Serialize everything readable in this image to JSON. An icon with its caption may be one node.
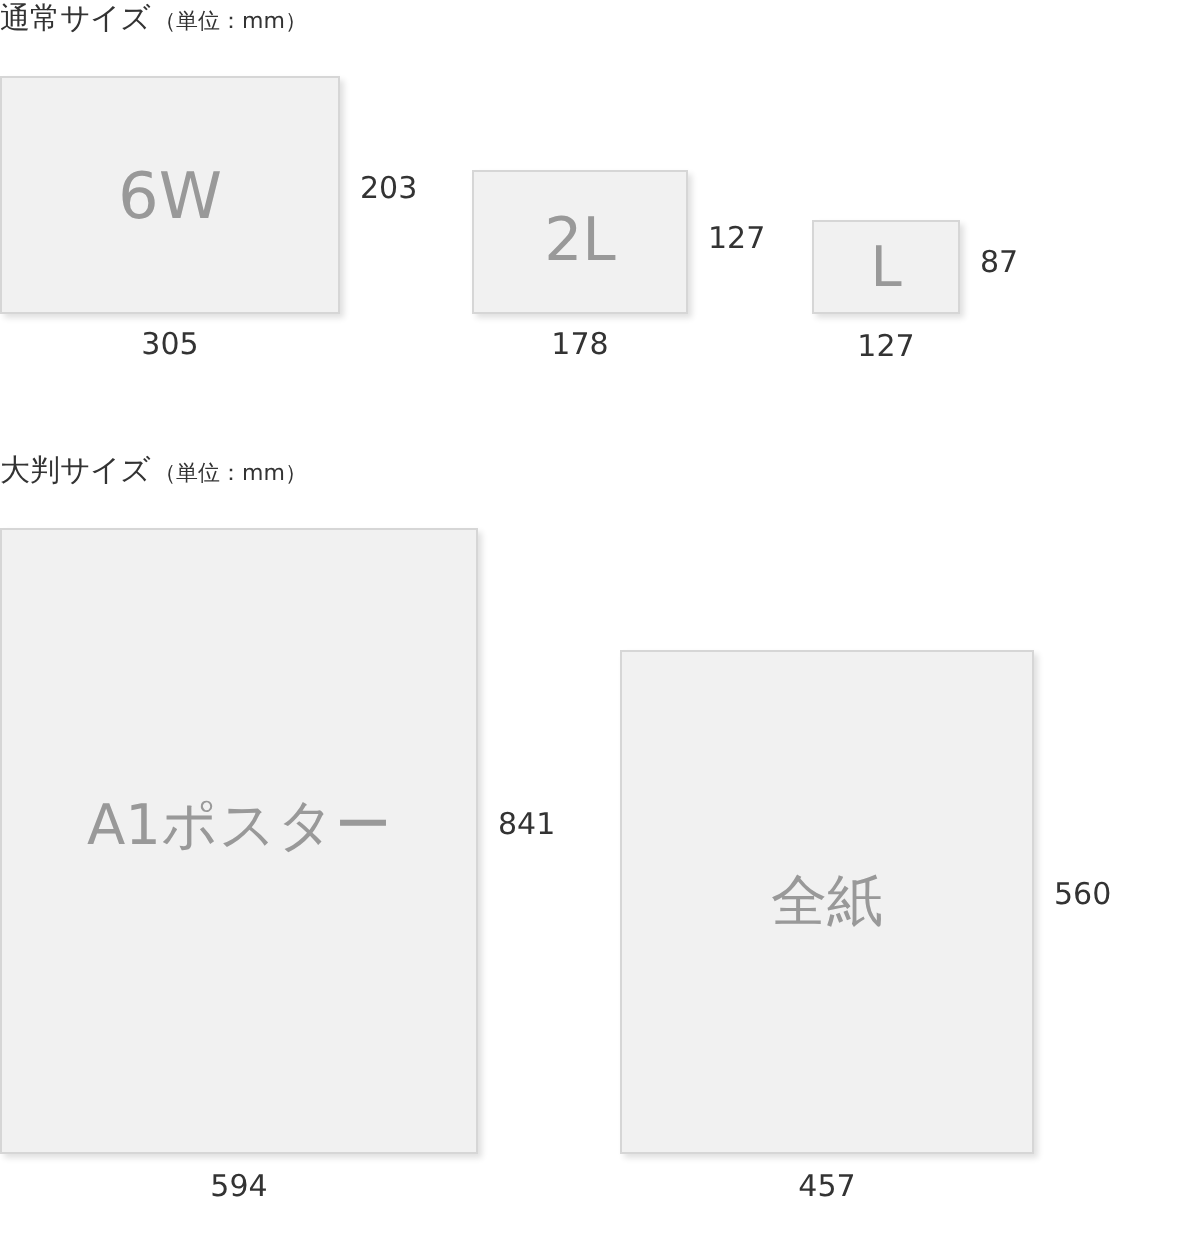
{
  "diagram": {
    "nodes": [
      {
        "text": [
          "6W"
        ],
        "beside": [
          "203",
          "305"
        ]
      },
      {
        "text": [
          "2L"
        ],
        "beside": [
          "127",
          "178"
        ]
      },
      {
        "text": [
          "L"
        ],
        "beside": [
          "87",
          "127"
        ]
      },
      {
        "text": [
          "A1ポスター"
        ],
        "beside": [
          "841",
          "594"
        ]
      },
      {
        "text": [
          "全紙"
        ],
        "beside": [
          "560",
          "457"
        ]
      }
    ],
    "labels": [
      "通常サイズ",
      "（単位：mm）",
      "大判サイズ",
      "（単位：mm）"
    ]
  }
}
